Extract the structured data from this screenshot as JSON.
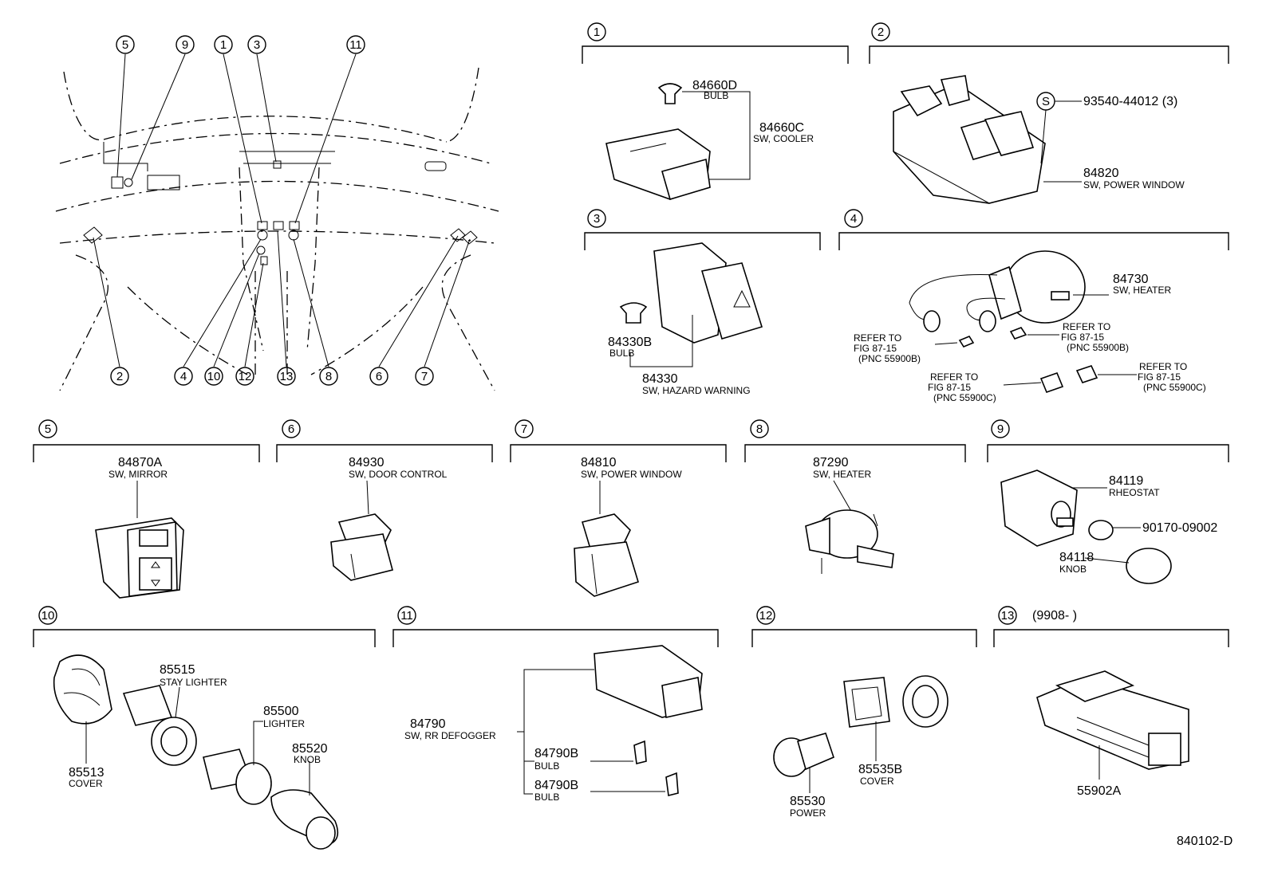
{
  "diagram_id": "840102-D",
  "callouts": [
    "1",
    "2",
    "3",
    "4",
    "5",
    "6",
    "7",
    "8",
    "9",
    "10",
    "11",
    "12",
    "13"
  ],
  "date_range": "(9908-          )",
  "parts": {
    "p1a": {
      "no": "84660D",
      "desc": "BULB"
    },
    "p1b": {
      "no": "84660C",
      "desc": "SW, COOLER"
    },
    "p2a": {
      "no": "93540-44012 (3)",
      "symbol": "S"
    },
    "p2b": {
      "no": "84820",
      "desc": "SW, POWER WINDOW"
    },
    "p3a": {
      "no": "84330B",
      "desc": "BULB"
    },
    "p3b": {
      "no": "84330",
      "desc": "SW, HAZARD WARNING"
    },
    "p4a": {
      "no": "84730",
      "desc": "SW, HEATER"
    },
    "p5": {
      "no": "84870A",
      "desc": "SW, MIRROR"
    },
    "p6": {
      "no": "84930",
      "desc": "SW, DOOR CONTROL"
    },
    "p7": {
      "no": "84810",
      "desc": "SW, POWER WINDOW"
    },
    "p8": {
      "no": "87290",
      "desc": "SW, HEATER"
    },
    "p9a": {
      "no": "84119",
      "desc": "RHEOSTAT"
    },
    "p9b": {
      "no": "90170-09002"
    },
    "p9c": {
      "no": "84118",
      "desc": "KNOB"
    },
    "p10a": {
      "no": "85515",
      "desc": "STAY LIGHTER"
    },
    "p10b": {
      "no": "85500",
      "desc": "LIGHTER"
    },
    "p10c": {
      "no": "85520",
      "desc": "KNOB"
    },
    "p10d": {
      "no": "85513",
      "desc": "COVER"
    },
    "p11a": {
      "no": "84790",
      "desc": "SW, RR DEFOGGER"
    },
    "p11b": {
      "no": "84790B",
      "desc": "BULB"
    },
    "p11c": {
      "no": "84790B",
      "desc": "BULB"
    },
    "p12a": {
      "no": "85535B",
      "desc": "COVER"
    },
    "p12b": {
      "no": "85530",
      "desc": "POWER"
    },
    "p13": {
      "no": "55902A"
    }
  },
  "refers": [
    {
      "l1": "REFER TO",
      "l2": "FIG 87-15",
      "l3": "(PNC 55900B)"
    },
    {
      "l1": "REFER TO",
      "l2": "FIG 87-15",
      "l3": "(PNC 55900B)"
    },
    {
      "l1": "REFER TO",
      "l2": "FIG 87-15",
      "l3": "(PNC 55900C)"
    },
    {
      "l1": "REFER TO",
      "l2": "FIG 87-15",
      "l3": "(PNC 55900C)"
    }
  ]
}
